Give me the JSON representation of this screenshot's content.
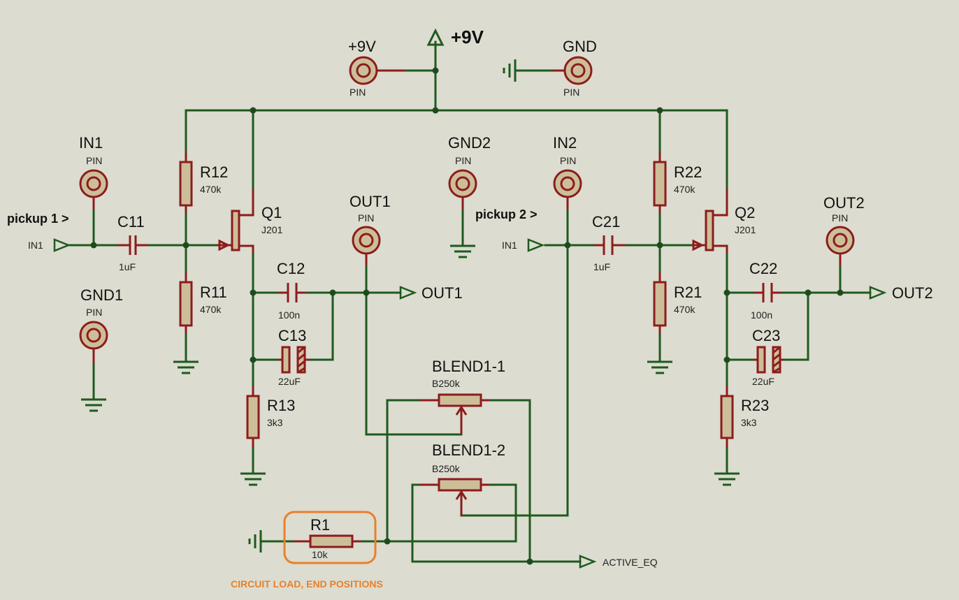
{
  "rail": {
    "label": "+9V"
  },
  "pins": {
    "vcc": {
      "label": "+9V",
      "type": "PIN"
    },
    "gnd": {
      "label": "GND",
      "type": "PIN"
    },
    "in1": {
      "label": "IN1",
      "type": "PIN"
    },
    "gnd1": {
      "label": "GND1",
      "type": "PIN"
    },
    "out1": {
      "label": "OUT1",
      "type": "PIN"
    },
    "gnd2": {
      "label": "GND2",
      "type": "PIN"
    },
    "in2": {
      "label": "IN2",
      "type": "PIN"
    },
    "out2": {
      "label": "OUT2",
      "type": "PIN"
    }
  },
  "notes": {
    "pickup1": "pickup 1 >",
    "pickup2": "pickup 2 >",
    "load": "CIRCUIT LOAD, END POSITIONS"
  },
  "terminals": {
    "in1_left": "IN1",
    "in2_left": "IN1",
    "out1": "OUT1",
    "out2": "OUT2",
    "active_eq": "ACTIVE_EQ"
  },
  "components": {
    "c11": {
      "ref": "C11",
      "value": "1uF"
    },
    "r12": {
      "ref": "R12",
      "value": "470k"
    },
    "r11": {
      "ref": "R11",
      "value": "470k"
    },
    "q1": {
      "ref": "Q1",
      "value": "J201"
    },
    "c12": {
      "ref": "C12",
      "value": "100n"
    },
    "c13": {
      "ref": "C13",
      "value": "22uF"
    },
    "r13": {
      "ref": "R13",
      "value": "3k3"
    },
    "c21": {
      "ref": "C21",
      "value": "1uF"
    },
    "r22": {
      "ref": "R22",
      "value": "470k"
    },
    "r21": {
      "ref": "R21",
      "value": "470k"
    },
    "q2": {
      "ref": "Q2",
      "value": "J201"
    },
    "c22": {
      "ref": "C22",
      "value": "100n"
    },
    "c23": {
      "ref": "C23",
      "value": "22uF"
    },
    "r23": {
      "ref": "R23",
      "value": "3k3"
    },
    "blend1": {
      "ref": "BLEND1-1",
      "value": "B250k"
    },
    "blend2": {
      "ref": "BLEND1-2",
      "value": "B250k"
    },
    "r1": {
      "ref": "R1",
      "value": "10k"
    }
  },
  "colors": {
    "background": "#dcdcd0",
    "wire": "#1e5a1e",
    "lead": "#8c1c1c",
    "body": "#cdbe9a",
    "highlight": "#e8802a"
  }
}
